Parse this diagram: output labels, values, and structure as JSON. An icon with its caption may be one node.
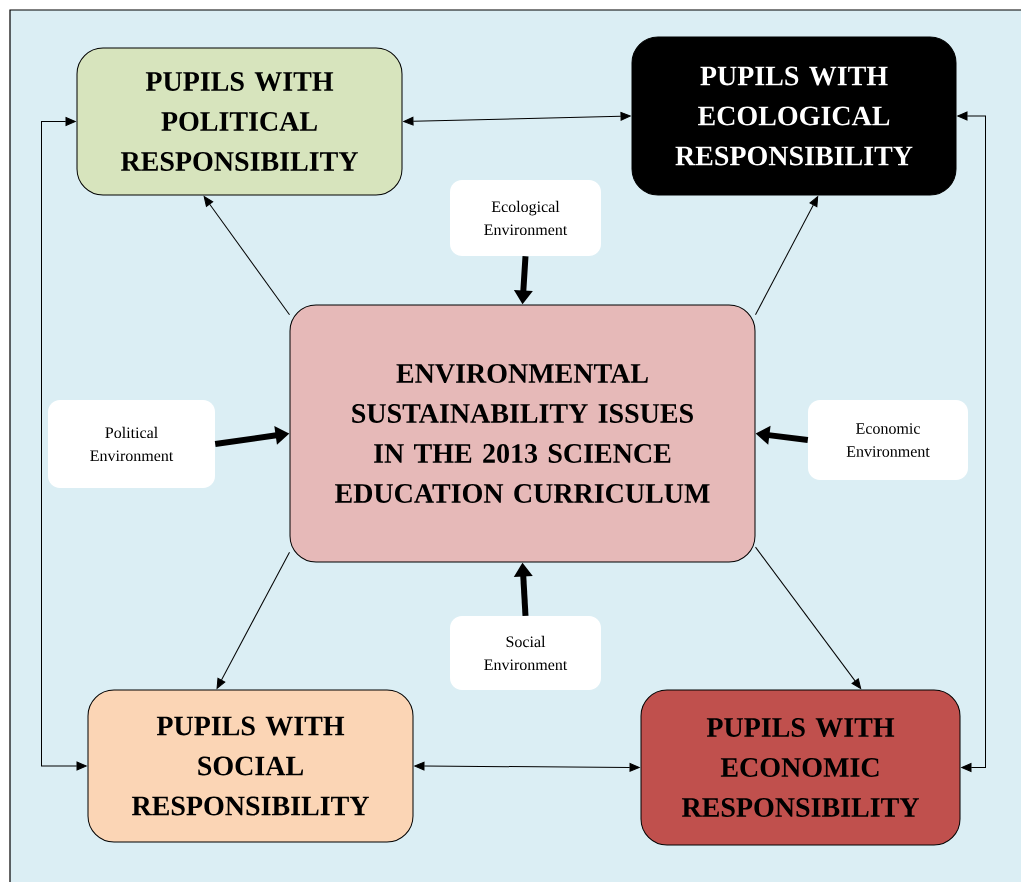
{
  "diagram": {
    "nodes": [
      {
        "text": [
          "PUPILS WITH POLITICAL RESPONSIBILITY"
        ]
      },
      {
        "text": [
          "PUPILS WITH ECOLOGICAL RESPONSIBILITY"
        ]
      },
      {
        "text": [
          "Ecological Environment"
        ]
      },
      {
        "text": [
          "ENVIRONMENTAL SUSTAINABILITY ISSUES IN THE 2013 SCIENCE EDUCATION CURRICULUM"
        ]
      },
      {
        "text": [
          "Political Environment"
        ]
      },
      {
        "text": [
          "Economic Environment"
        ]
      },
      {
        "text": [
          "Social Environment"
        ]
      },
      {
        "text": [
          "PUPILS WITH SOCIAL RESPONSIBILITY"
        ]
      },
      {
        "text": [
          "PUPILS WITH ECONOMIC RESPONSIBILITY"
        ]
      }
    ],
    "edges": [
      {
        "from": 0,
        "to": 1,
        "arrow": "both"
      },
      {
        "from": 7,
        "to": 0,
        "arrow": "both"
      },
      {
        "from": 8,
        "to": 1,
        "arrow": "both"
      },
      {
        "from": 7,
        "to": 8,
        "arrow": "both"
      },
      {
        "from": 3,
        "to": 0,
        "arrow": "to"
      },
      {
        "from": 3,
        "to": 1,
        "arrow": "to"
      },
      {
        "from": 3,
        "to": 7,
        "arrow": "to"
      },
      {
        "from": 3,
        "to": 8,
        "arrow": "to"
      },
      {
        "from": 2,
        "to": 3,
        "arrow": "to",
        "style": "thick"
      },
      {
        "from": 4,
        "to": 3,
        "arrow": "to",
        "style": "thick"
      },
      {
        "from": 5,
        "to": 3,
        "arrow": "to",
        "style": "thick"
      },
      {
        "from": 6,
        "to": 3,
        "arrow": "to",
        "style": "thick"
      }
    ]
  }
}
